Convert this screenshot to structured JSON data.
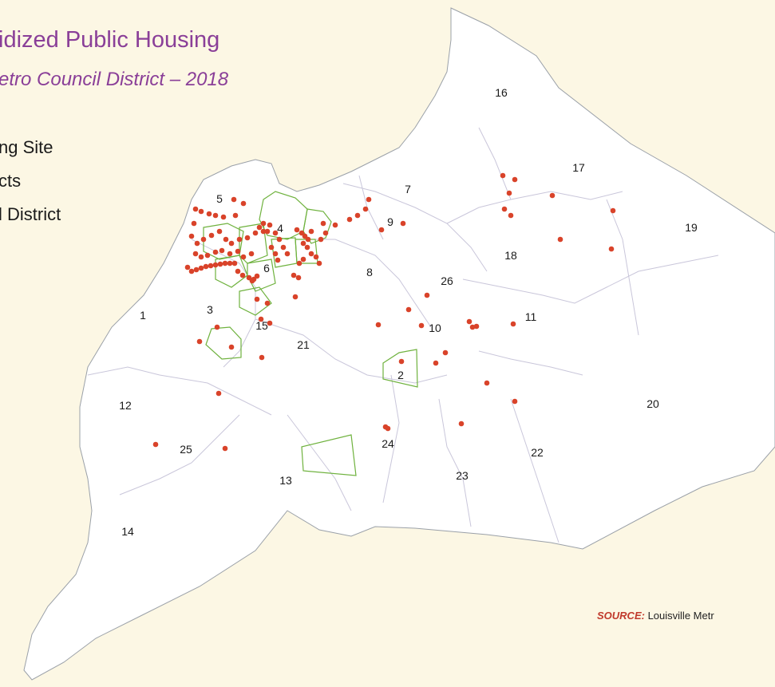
{
  "title": "idized Public Housing",
  "subtitle": "etro Council District – 2018",
  "legend": [
    {
      "label": "ng Site",
      "kind": "housing-site"
    },
    {
      "label": "cts",
      "kind": "census-tract"
    },
    {
      "label": "l District",
      "kind": "council-district"
    }
  ],
  "source": {
    "label": "SOURCE:",
    "text": "Louisville Metr"
  },
  "colors": {
    "background": "#fcf7e4",
    "land": "#ffffff",
    "title": "#8a3f98",
    "site": "#d9432a",
    "tract": "#6fb23e",
    "district": "#c9c6da"
  },
  "districts": [
    "1",
    "2",
    "3",
    "4",
    "5",
    "6",
    "7",
    "8",
    "9",
    "10",
    "11",
    "12",
    "13",
    "14",
    "15",
    "16",
    "17",
    "18",
    "19",
    "20",
    "21",
    "22",
    "23",
    "24",
    "25",
    "26"
  ]
}
